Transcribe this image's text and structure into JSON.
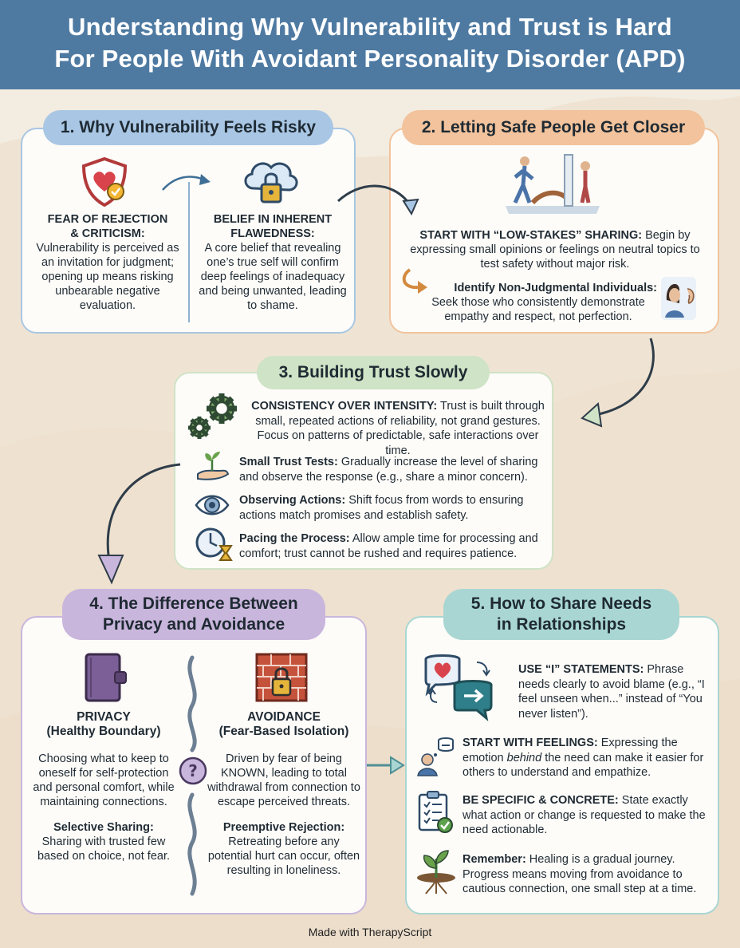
{
  "header": {
    "line1": "Understanding Why Vulnerability and Trust is Hard",
    "line2": "For People With Avoidant Personality Disorder (APD)"
  },
  "colors": {
    "header": "#4e7aa2",
    "blue": "#a9c7e4",
    "orange": "#f2c39c",
    "green": "#cfe3c6",
    "purple": "#c9b6dc",
    "teal": "#a9d6d2"
  },
  "section1": {
    "title": "1. Why Vulnerability Feels Risky",
    "left": {
      "icon": "heart-shield-icon",
      "heading1": "FEAR OF REJECTION",
      "heading2": "& CRITICISM:",
      "body": "Vulnerability is perceived as an invitation for judgment; opening up means risking unbearable negative evaluation."
    },
    "right": {
      "icon": "cloud-lock-icon",
      "heading1": "BELIEF IN INHERENT",
      "heading2": "FLAWEDNESS:",
      "body": "A core belief that revealing one’s true self will confirm deep feelings of inadequacy and being unwanted, leading to shame."
    }
  },
  "section2": {
    "title": "2. Letting Safe People Get Closer",
    "item1": {
      "lead": "START WITH “LOW-STAKES” SHARING:",
      "body": " Begin by expressing small opinions or feelings on neutral topics to test safety without major risk."
    },
    "item2": {
      "lead": "Identify Non-Judgmental Individuals:",
      "body": "Seek those who consistently demonstrate empathy and respect, not perfection."
    }
  },
  "section3": {
    "title": "3. Building Trust Slowly",
    "item1": {
      "icon": "gears-icon",
      "lead": "CONSISTENCY OVER INTENSITY:",
      "body": " Trust is built through small, repeated actions of reliability, not grand gestures. Focus on patterns of predictable, safe interactions over time."
    },
    "item2": {
      "icon": "sprout-hand-icon",
      "lead": "Small Trust Tests:",
      "body": " Gradually increase the level of sharing and observe the response (e.g., share a minor concern)."
    },
    "item3": {
      "icon": "eye-icon",
      "lead": "Observing Actions:",
      "body": " Shift focus from words to ensuring actions match promises and establish safety."
    },
    "item4": {
      "icon": "clock-hourglass-icon",
      "lead": "Pacing the Process:",
      "body": " Allow ample time for processing and comfort; trust cannot be rushed and requires patience."
    }
  },
  "section4": {
    "title1": "4. The Difference Between",
    "title2": "Privacy and Avoidance",
    "privacy": {
      "icon": "journal-icon",
      "heading": "PRIVACY",
      "sub": "(Healthy Boundary)",
      "body": "Choosing what to keep to oneself for self-protection and personal comfort, while maintaining connections.",
      "lead2": "Selective Sharing:",
      "body2": "Sharing with trusted few based on choice, not fear."
    },
    "avoidance": {
      "icon": "brick-wall-lock-icon",
      "heading": "AVOIDANCE",
      "sub": "(Fear-Based Isolation)",
      "body": "Driven by fear of being KNOWN, leading to total withdrawal from connection to escape perceived threats.",
      "lead2": "Preemptive Rejection:",
      "body2": "Retreating before any potential hurt can occur, often resulting in loneliness."
    },
    "divider_icon": "question-icon"
  },
  "section5": {
    "title1": "5. How to Share Needs",
    "title2": "in Relationships",
    "item1": {
      "icon": "speech-bubbles-icon",
      "lead": "USE “I” STATEMENTS:",
      "body": " Phrase needs clearly to avoid blame (e.g., “I feel unseen when...” instead of “You never listen”)."
    },
    "item2": {
      "icon": "thinking-person-icon",
      "lead": "START WITH FEELINGS:",
      "body_a": " Expressing the emotion ",
      "body_em": "behind",
      "body_b": " the need can make it easier for others to understand and empathize."
    },
    "item3": {
      "icon": "clipboard-check-icon",
      "lead": "BE SPECIFIC & CONCRETE:",
      "body": " State exactly what action or change is requested to make the need actionable."
    },
    "item4": {
      "icon": "sprout-roots-icon",
      "lead": "Remember:",
      "body": " Healing is a gradual journey. Progress means moving from avoidance to cautious connection, one small step at a time."
    }
  },
  "footer": "Made with TherapyScript"
}
